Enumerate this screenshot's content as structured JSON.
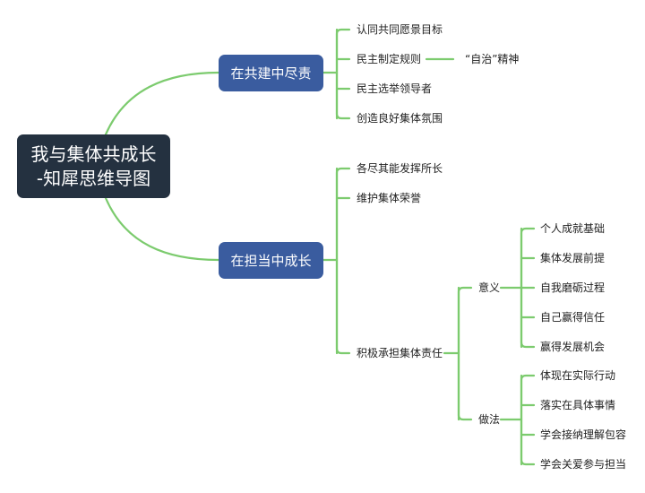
{
  "root": {
    "line1": "我与集体共成长",
    "line2": "-知犀思维导图"
  },
  "branches": [
    {
      "label": "在共建中尽责",
      "children": [
        {
          "label": "认同共同愿景目标"
        },
        {
          "label": "民主制定规则",
          "note": "“自治”精神"
        },
        {
          "label": "民主选举领导者"
        },
        {
          "label": "创造良好集体氛围"
        }
      ]
    },
    {
      "label": "在担当中成长",
      "children": [
        {
          "label": "各尽其能发挥所长"
        },
        {
          "label": "维护集体荣誉"
        },
        {
          "label": "积极承担集体责任",
          "children": [
            {
              "label": "意义",
              "children": [
                "个人成就基础",
                "集体发展前提",
                "自我磨砺过程",
                "自己赢得信任",
                "赢得发展机会"
              ]
            },
            {
              "label": "做法",
              "children": [
                "体现在实际行动",
                "落实在具体事情",
                "学会接纳理解包容",
                "学会关爱参与担当"
              ]
            }
          ]
        }
      ]
    }
  ],
  "colors": {
    "line": "#7ccb6e",
    "root_bg": "#243140",
    "branch_bg": "#3a5c9f"
  }
}
